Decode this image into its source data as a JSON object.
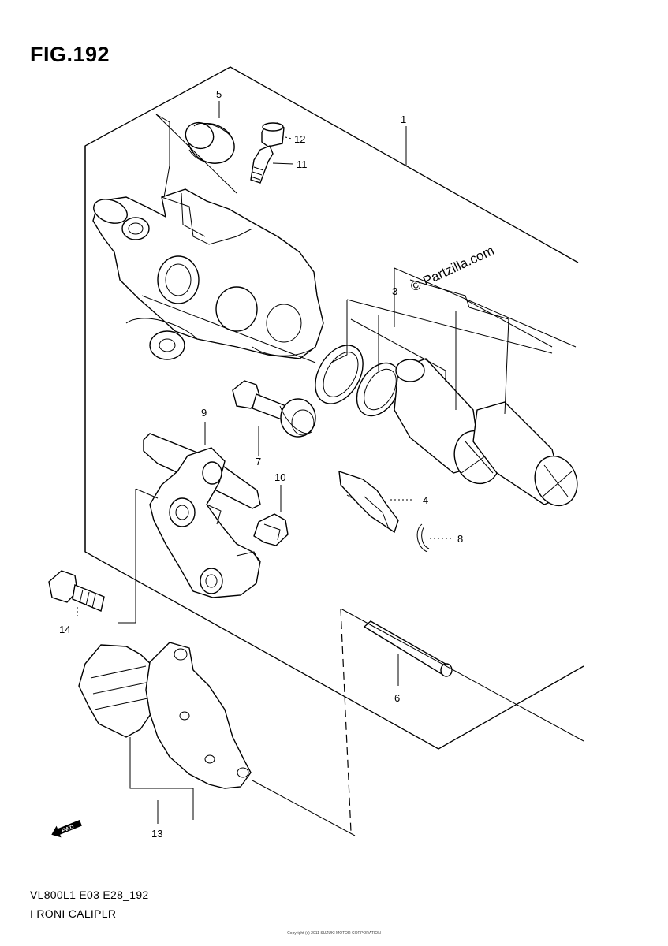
{
  "figure": {
    "title": "FIG.192",
    "code": "VL800L1 E03 E28_192",
    "name": "I RONI CALIPLR",
    "watermark": "© Partzilla.com",
    "fwd_label": "FWD",
    "copyright": "Copyright (c) 2011 SUZUKI MOTOR CORPORATION"
  },
  "callouts": {
    "p1": "1",
    "p3": "3",
    "p4": "4",
    "p5": "5",
    "p6": "6",
    "p7": "7",
    "p8": "8",
    "p9": "9",
    "p10": "10",
    "p11": "11",
    "p12": "12",
    "p13": "13",
    "p14": "14"
  }
}
